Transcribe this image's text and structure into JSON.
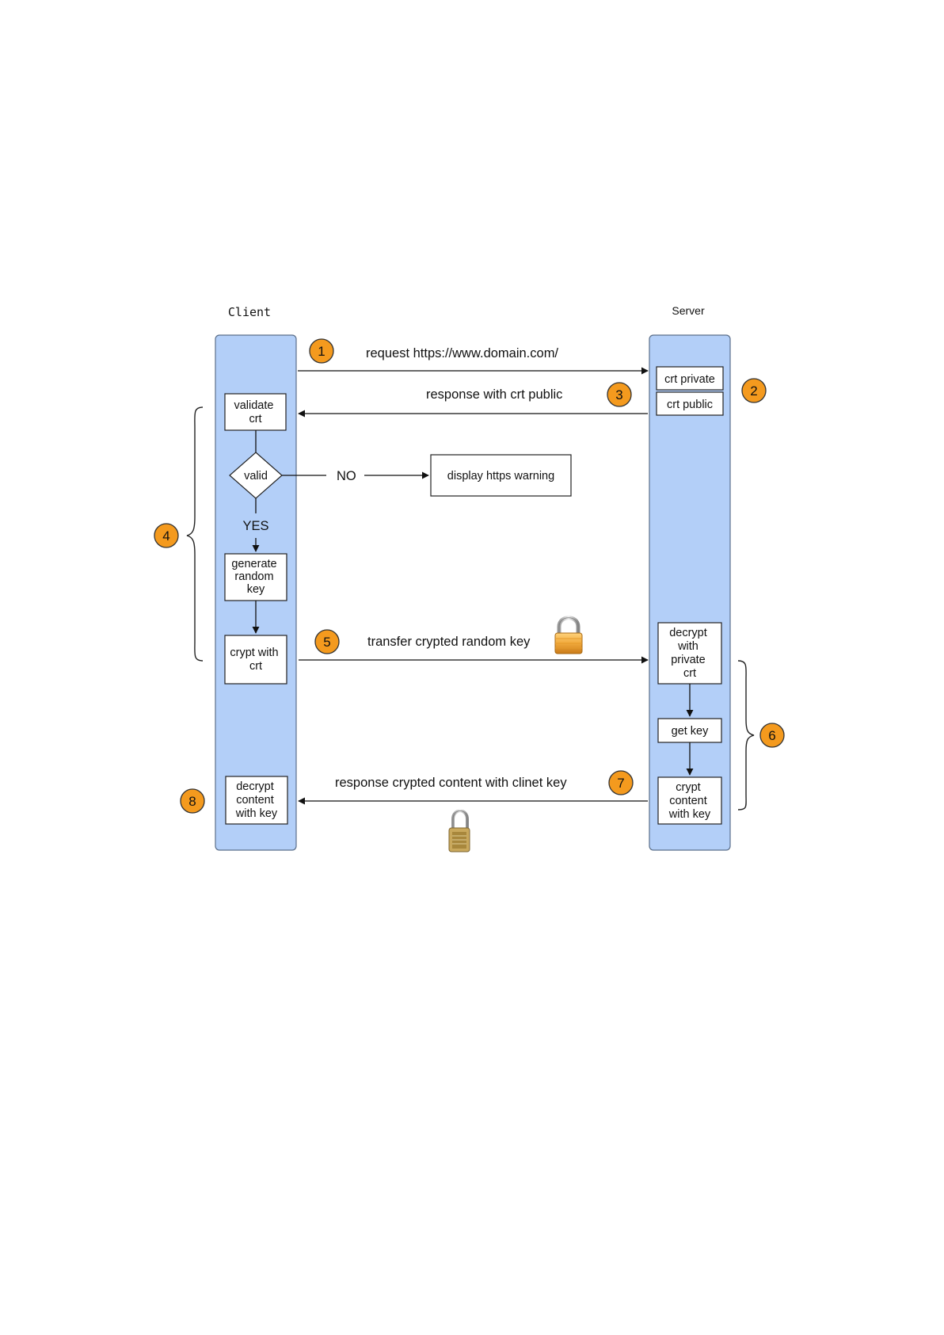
{
  "lanes": {
    "client_title": "Client",
    "server_title": "Server"
  },
  "messages": {
    "m1": "request https://www.domain.com/",
    "m3": "response with crt public",
    "m5": "transfer crypted random key",
    "m7": "response crypted content with clinet key"
  },
  "client": {
    "validate": [
      "validate",
      "crt"
    ],
    "valid": "valid",
    "no": "NO",
    "yes": "YES",
    "warning": "display https warning",
    "generate": [
      "generate",
      "random",
      "key"
    ],
    "crypt": [
      "crypt with",
      "crt"
    ],
    "decrypt_content": [
      "decrypt",
      "content",
      "with key"
    ]
  },
  "server": {
    "crt_private": "crt private",
    "crt_public": "crt public",
    "decrypt": [
      "decrypt",
      "with",
      "private",
      "crt"
    ],
    "get_key": "get key",
    "crypt_content": [
      "crypt",
      "content",
      "with key"
    ]
  },
  "badges": [
    "1",
    "2",
    "3",
    "4",
    "5",
    "6",
    "7",
    "8"
  ],
  "icons": {
    "lock_closed": "padlock-closed-icon",
    "lock_open": "combination-lock-icon"
  },
  "colors": {
    "lane_fill": "#b3cff8",
    "badge_fill": "#f49a1e"
  }
}
